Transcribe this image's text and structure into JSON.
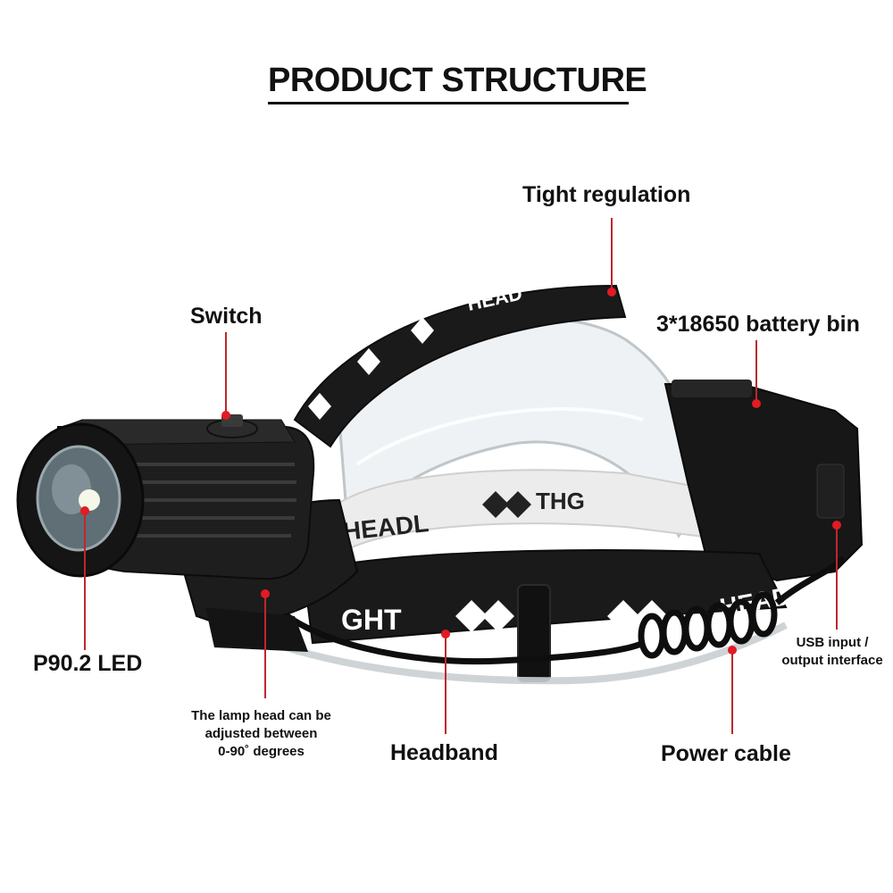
{
  "title": "PRODUCT STRUCTURE",
  "colors": {
    "leader_line": "#c0262d",
    "leader_dot": "#e21b24",
    "housing": "#1e1e1e",
    "strap": "#1a1a1a",
    "strap_white": "#ececec",
    "shield": "#dfe3e6"
  },
  "callouts": {
    "tight_regulation": "Tight regulation",
    "switch": "Switch",
    "battery_bin": "3*18650 battery bin",
    "usb_line1": "USB input /",
    "usb_line2": "output interface",
    "led": "P90.2 LED",
    "adjust_line1": "The lamp head can be",
    "adjust_line2": "adjusted between",
    "adjust_line3": "0-90˚   degrees",
    "headband": "Headband",
    "power_cable": "Power cable"
  },
  "strap_text": {
    "upper": "HEAD",
    "inner_left": "HEADL",
    "inner_right": "THG",
    "lower_left": "GHT",
    "lower_right": "HEAD"
  }
}
